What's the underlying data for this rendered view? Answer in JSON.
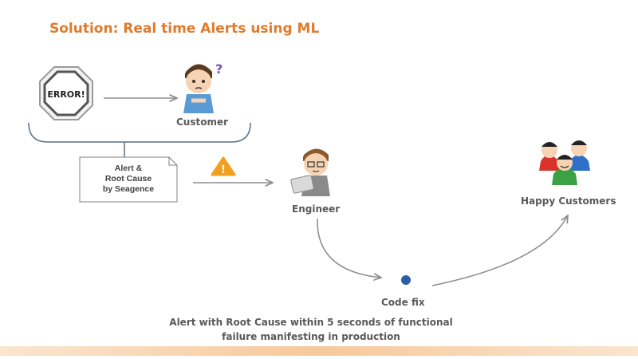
{
  "title": "Solution: Real time Alerts using ML",
  "error_sign": {
    "text": "ERROR!"
  },
  "customer": {
    "label": "Customer",
    "question_mark": "?"
  },
  "alert_note": {
    "lines": [
      "Alert &",
      "Root Cause",
      "by Seagence"
    ]
  },
  "warning_icon": {
    "glyph": "!"
  },
  "engineer": {
    "label": "Engineer"
  },
  "code_fix": {
    "label": "Code fix"
  },
  "happy_customers": {
    "label": "Happy Customers"
  },
  "caption": {
    "line1": "Alert with Root Cause within 5 seconds of functional",
    "line2": "failure manifesting in production"
  },
  "colors": {
    "title": "#e07a2c",
    "arrows": "#8c8c8c",
    "warning": "#f0a020",
    "dot": "#2e5ea8"
  }
}
